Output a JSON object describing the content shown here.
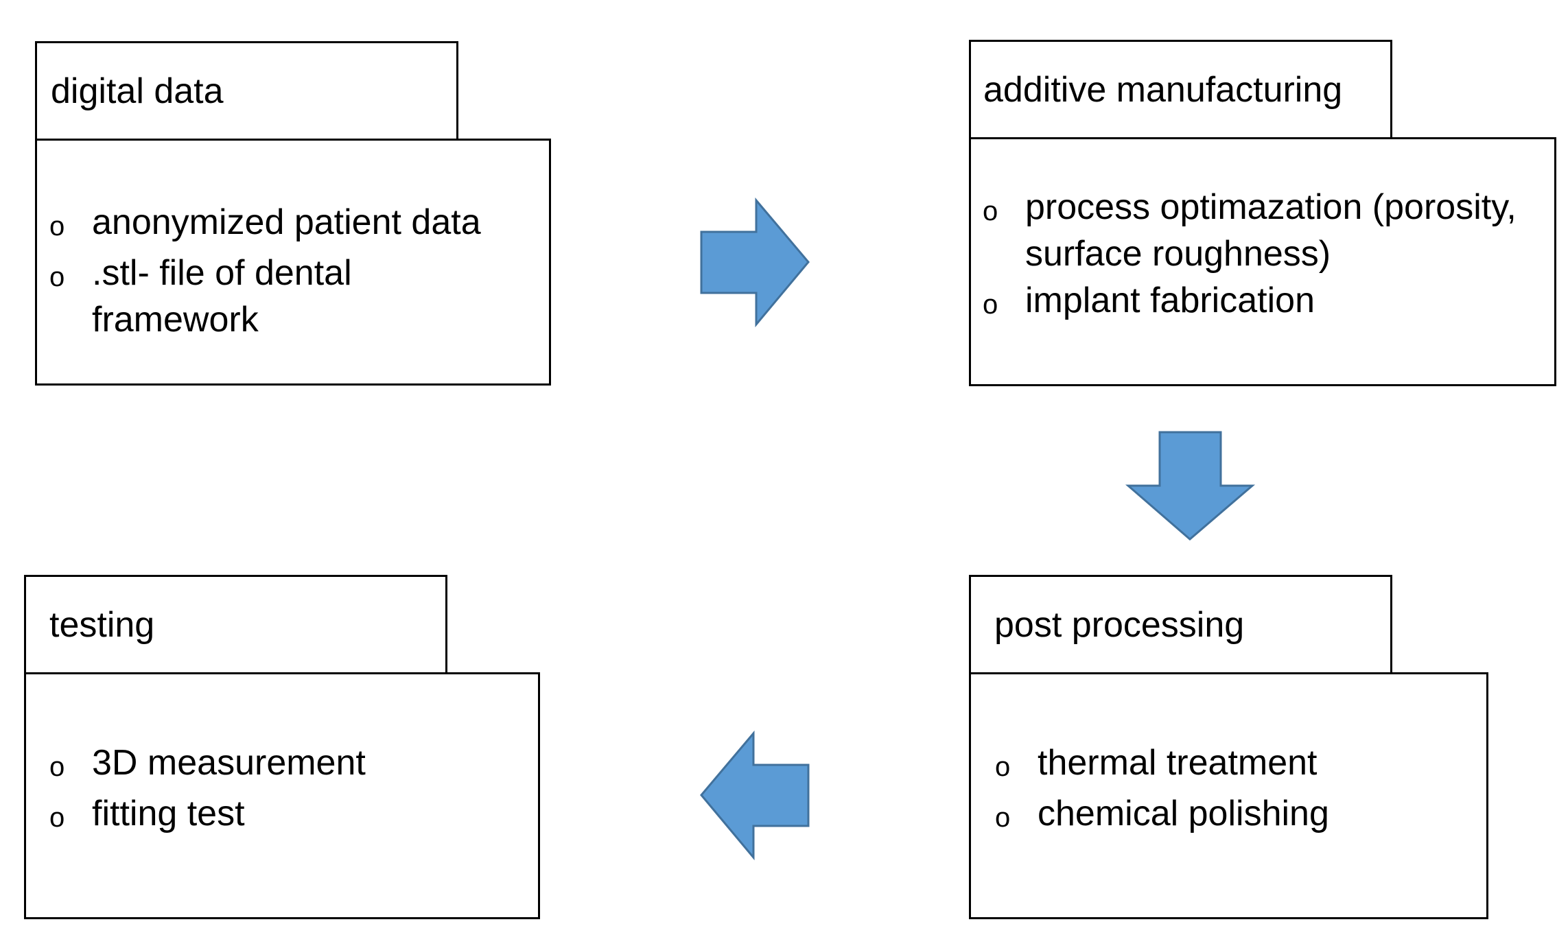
{
  "colors": {
    "arrow_fill": "#5b9bd5",
    "arrow_stroke": "#41719c",
    "border": "#000000",
    "text": "#000000"
  },
  "bullet_glyph": "o",
  "stages": {
    "digital_data": {
      "title": "digital data",
      "items": [
        "anonymized patient data",
        ".stl- file of dental framework"
      ]
    },
    "additive_manufacturing": {
      "title": "additive manufacturing",
      "items": [
        "process optimazation (porosity, surface roughness)",
        "implant fabrication"
      ]
    },
    "post_processing": {
      "title": "post processing",
      "items": [
        "thermal treatment",
        "chemical polishing"
      ]
    },
    "testing": {
      "title": "testing",
      "items": [
        "3D measurement",
        "fitting test"
      ]
    }
  },
  "arrows": [
    {
      "name": "arrow-right-icon",
      "direction": "right",
      "from": "digital data",
      "to": "additive manufacturing"
    },
    {
      "name": "arrow-down-icon",
      "direction": "down",
      "from": "additive manufacturing",
      "to": "post processing"
    },
    {
      "name": "arrow-left-icon",
      "direction": "left",
      "from": "post processing",
      "to": "testing"
    }
  ]
}
